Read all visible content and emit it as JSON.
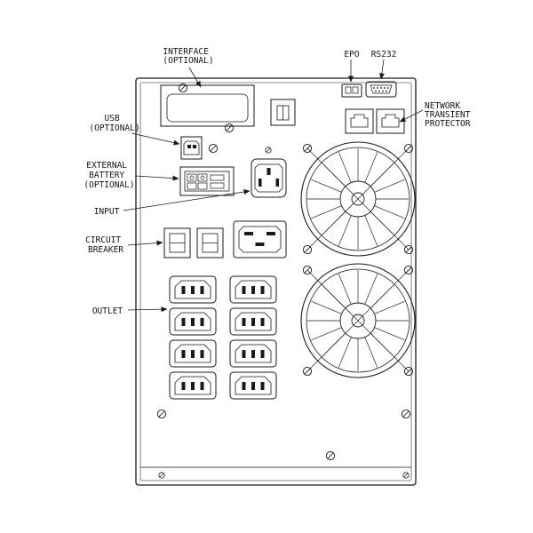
{
  "colors": {
    "ink": "#1a1a1a",
    "background": "#ffffff"
  },
  "diagram": {
    "type": "ups-rear-panel-technical-drawing",
    "labels": {
      "interface": [
        "INTERFACE",
        "(OPTIONAL)"
      ],
      "epo": "EPO",
      "rs232": "RS232",
      "network_transient_protector": [
        "NETWORK",
        "TRANSIENT",
        "PROTECTOR"
      ],
      "usb": [
        "USB",
        "(OPTIONAL)"
      ],
      "external_battery": [
        "EXTERNAL",
        "BATTERY",
        "(OPTIONAL)"
      ],
      "input": "INPUT",
      "circuit_breaker": [
        "CIRCUIT",
        "BREAKER"
      ],
      "outlet": "OUTLET"
    },
    "components": {
      "fan_count": 2,
      "c13_outlet_count": 8,
      "circuit_breaker_count": 2,
      "network_jack_count": 2,
      "has_rs232_port": true,
      "has_epo_port": true,
      "has_usb_port": true,
      "has_interface_slot": true,
      "has_external_battery_connector": true,
      "has_c19_outlet": true,
      "has_input_inlet": true
    }
  }
}
